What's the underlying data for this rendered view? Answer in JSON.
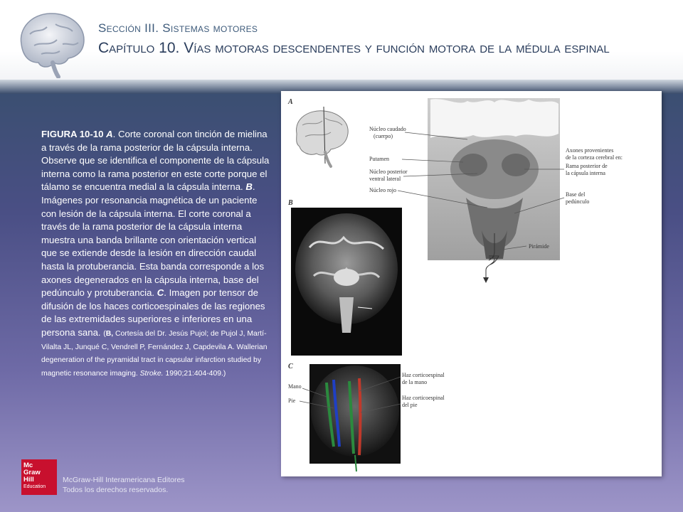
{
  "header": {
    "section": "Sección III. Sistemas motores",
    "chapter": "Capítulo 10. Vías motoras descendentes y función motora de la médula espinal"
  },
  "caption": {
    "label_figure": "FIGURA 10-10",
    "label_a": "A",
    "text_a": ". Corte coronal con tinción de mielina a través de la rama posterior de la cápsula interna. Observe que se identifica el componente de la cápsula interna como la rama posterior en este corte porque el tálamo se encuentra medial a la cápsula interna. ",
    "label_b": "B",
    "text_b": ". Imágenes por resonancia magnética de un paciente con lesión de la cápsula interna. El corte coronal a través de la rama posterior de la cápsula interna muestra una banda brillante con orientación vertical que se extiende desde la lesión en dirección caudal hasta la protuberancia. Esta banda corresponde a los axones degenerados en la cápsula interna, base del pedúnculo y protuberancia. ",
    "label_c": "C",
    "text_c": ". Imagen por tensor de difusión de los haces corticoespinales de las regiones de las extremidades superiores e inferiores en una persona sana. ",
    "ref_open": "(",
    "ref_b": "B,",
    "ref_text": " Cortesía del Dr. Jesús Pujol; de Pujol J, Martí-Vilalta JL, Junqué C, Vendrell P, Fernández J, Capdevila A. Wallerian degeneration of the pyramidal tract in capsular infarction studied by magnetic resonance imaging. ",
    "ref_journal": "Stroke.",
    "ref_end": " 1990;21:404-409.)"
  },
  "figure": {
    "panel_a": "A",
    "panel_b": "B",
    "panel_c": "C",
    "labels_a_left": [
      "Núcleo caudado",
      "(cuerpo)",
      "Putamen",
      "Núcleo posterior",
      "ventral lateral",
      "Núcleo rojo"
    ],
    "labels_a_right": [
      "Axones provenientes",
      "de la corteza cerebral en:",
      "Rama posterior de",
      "la cápsula interna",
      "Base del",
      "pedúnculo",
      "Pirámide"
    ],
    "labels_c_left": [
      "Mano",
      "Pie"
    ],
    "labels_c_right": [
      "Haz corticoespinal",
      "de la mano",
      "Haz corticoespinal",
      "del pie"
    ]
  },
  "footer": {
    "logo_line1": "Mc",
    "logo_line2": "Graw",
    "logo_line3": "Hill",
    "logo_line4": "Education",
    "publisher": "McGraw-Hill Interamericana Editores",
    "rights": "Todos los derechos reservados."
  },
  "colors": {
    "tract_hand": "#2b8a3e",
    "tract_foot_blue": "#1f3fc4",
    "tract_foot_red": "#c0392b",
    "logo_red": "#c8102e"
  }
}
